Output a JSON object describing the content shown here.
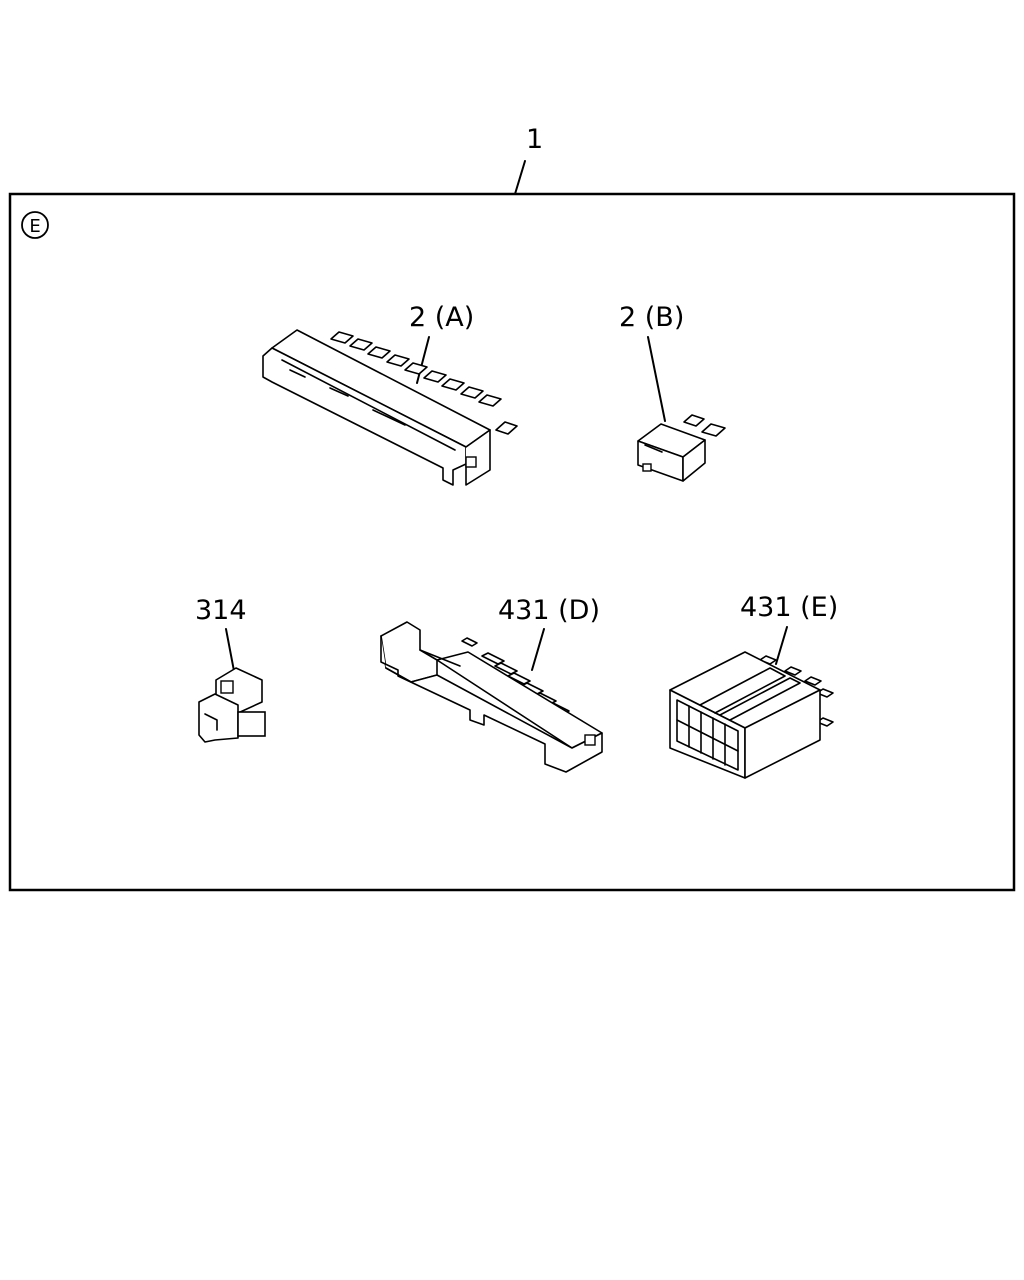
{
  "diagram": {
    "assembly_label": "1",
    "region_code": "E",
    "parts": [
      {
        "label": "2 (A)"
      },
      {
        "label": "2 (B)"
      },
      {
        "label": "314"
      },
      {
        "label": "431 (D)"
      },
      {
        "label": "431 (E)"
      }
    ]
  }
}
